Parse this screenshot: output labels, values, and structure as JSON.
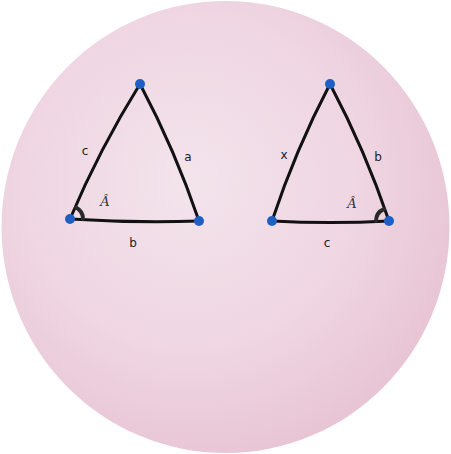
{
  "diagram": {
    "labels": [
      "c",
      "a",
      "Â",
      "b",
      "x",
      "b",
      "Â",
      "c"
    ]
  }
}
